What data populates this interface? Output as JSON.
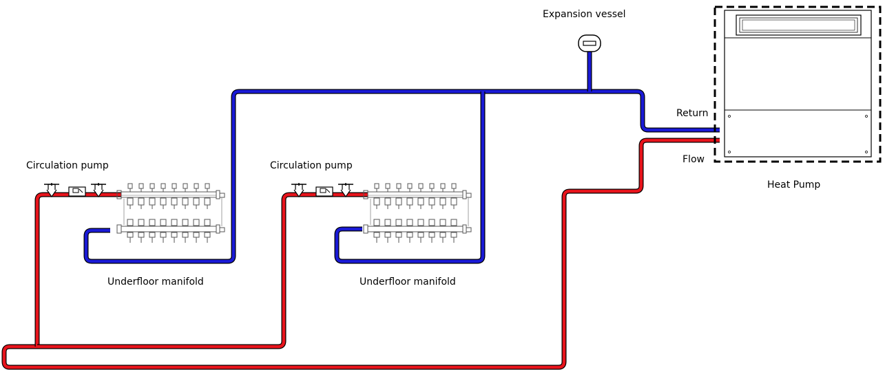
{
  "labels": {
    "expansion_vessel": "Expansion vessel",
    "heat_pump": "Heat Pump",
    "return": "Return",
    "flow": "Flow",
    "circulation_pump_1": "Circulation pump",
    "circulation_pump_2": "Circulation pump",
    "manifold_1": "Underfloor manifold",
    "manifold_2": "Underfloor manifold"
  },
  "colors": {
    "flow_pipe": "#e8141c",
    "return_pipe": "#1a1ad6",
    "outline": "#000000"
  }
}
